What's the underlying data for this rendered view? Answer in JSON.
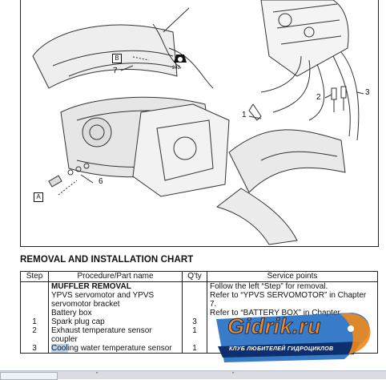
{
  "figure": {
    "callouts": [
      "1",
      "2",
      "3",
      "6",
      "7"
    ],
    "box_labels": [
      "A",
      "B"
    ],
    "badge_value": "242"
  },
  "heading": "REMOVAL AND INSTALLATION CHART",
  "table": {
    "headers": [
      "Step",
      "Procedure/Part name",
      "Q'ty",
      "Service points"
    ],
    "rows": [
      {
        "step": "",
        "name": "MUFFLER REMOVAL",
        "qty": "",
        "service": "Follow the left “Step” for removal."
      },
      {
        "step": "",
        "name": "YPVS servomotor and YPVS servomotor bracket",
        "qty": "",
        "service": "Refer to “YPVS SERVOMOTOR” in Chapter 7."
      },
      {
        "step": "",
        "name": "Battery box",
        "qty": "",
        "service": "Refer to “BATTERY BOX” in Chapter"
      },
      {
        "step": "1",
        "name": "Spark plug cap",
        "qty": "3",
        "service": ""
      },
      {
        "step": "2",
        "name": "Exhaust temperature sensor coupler",
        "qty": "1",
        "service": ""
      },
      {
        "step": "3",
        "name_hl": "Cool",
        "name_rest": "ing water temperature sensor",
        "qty": "1",
        "service": ""
      }
    ]
  },
  "watermark": {
    "brand": "Gidrik.ru",
    "tagline": "КЛУБ ЛЮБИТЕЛЕЙ ГИДРОЦИКЛОВ",
    "colors": {
      "orange": "#f08a1c",
      "blue": "#1565c0",
      "dark": "#0d2f6e"
    }
  },
  "taskbar": {
    "glyphs": [
      "\"",
      "\""
    ]
  }
}
